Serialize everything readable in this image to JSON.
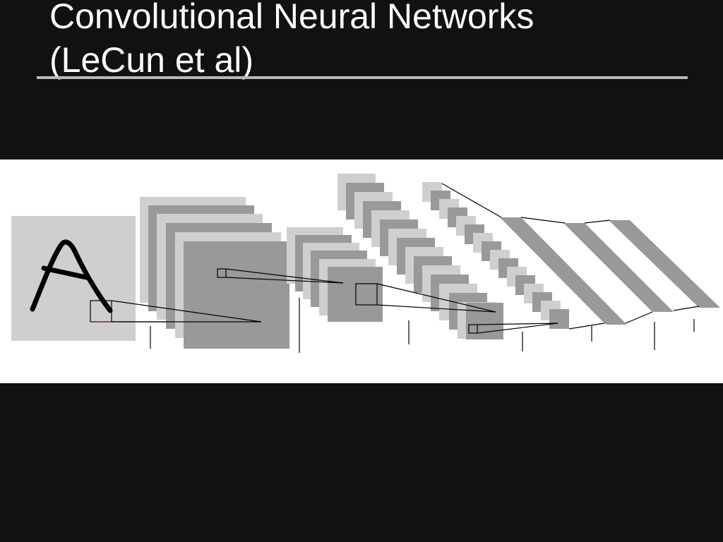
{
  "slide": {
    "title_line1": "Convolutional Neural Networks",
    "title_line2": "(LeCun et al)"
  },
  "diagram": {
    "input_glyph": "A",
    "colors": {
      "background": "#111111",
      "panel": "#ffffff",
      "light_map": "#cfcfcf",
      "dark_map": "#999999",
      "rule": "#b8b8b8",
      "line": "#000000"
    }
  }
}
